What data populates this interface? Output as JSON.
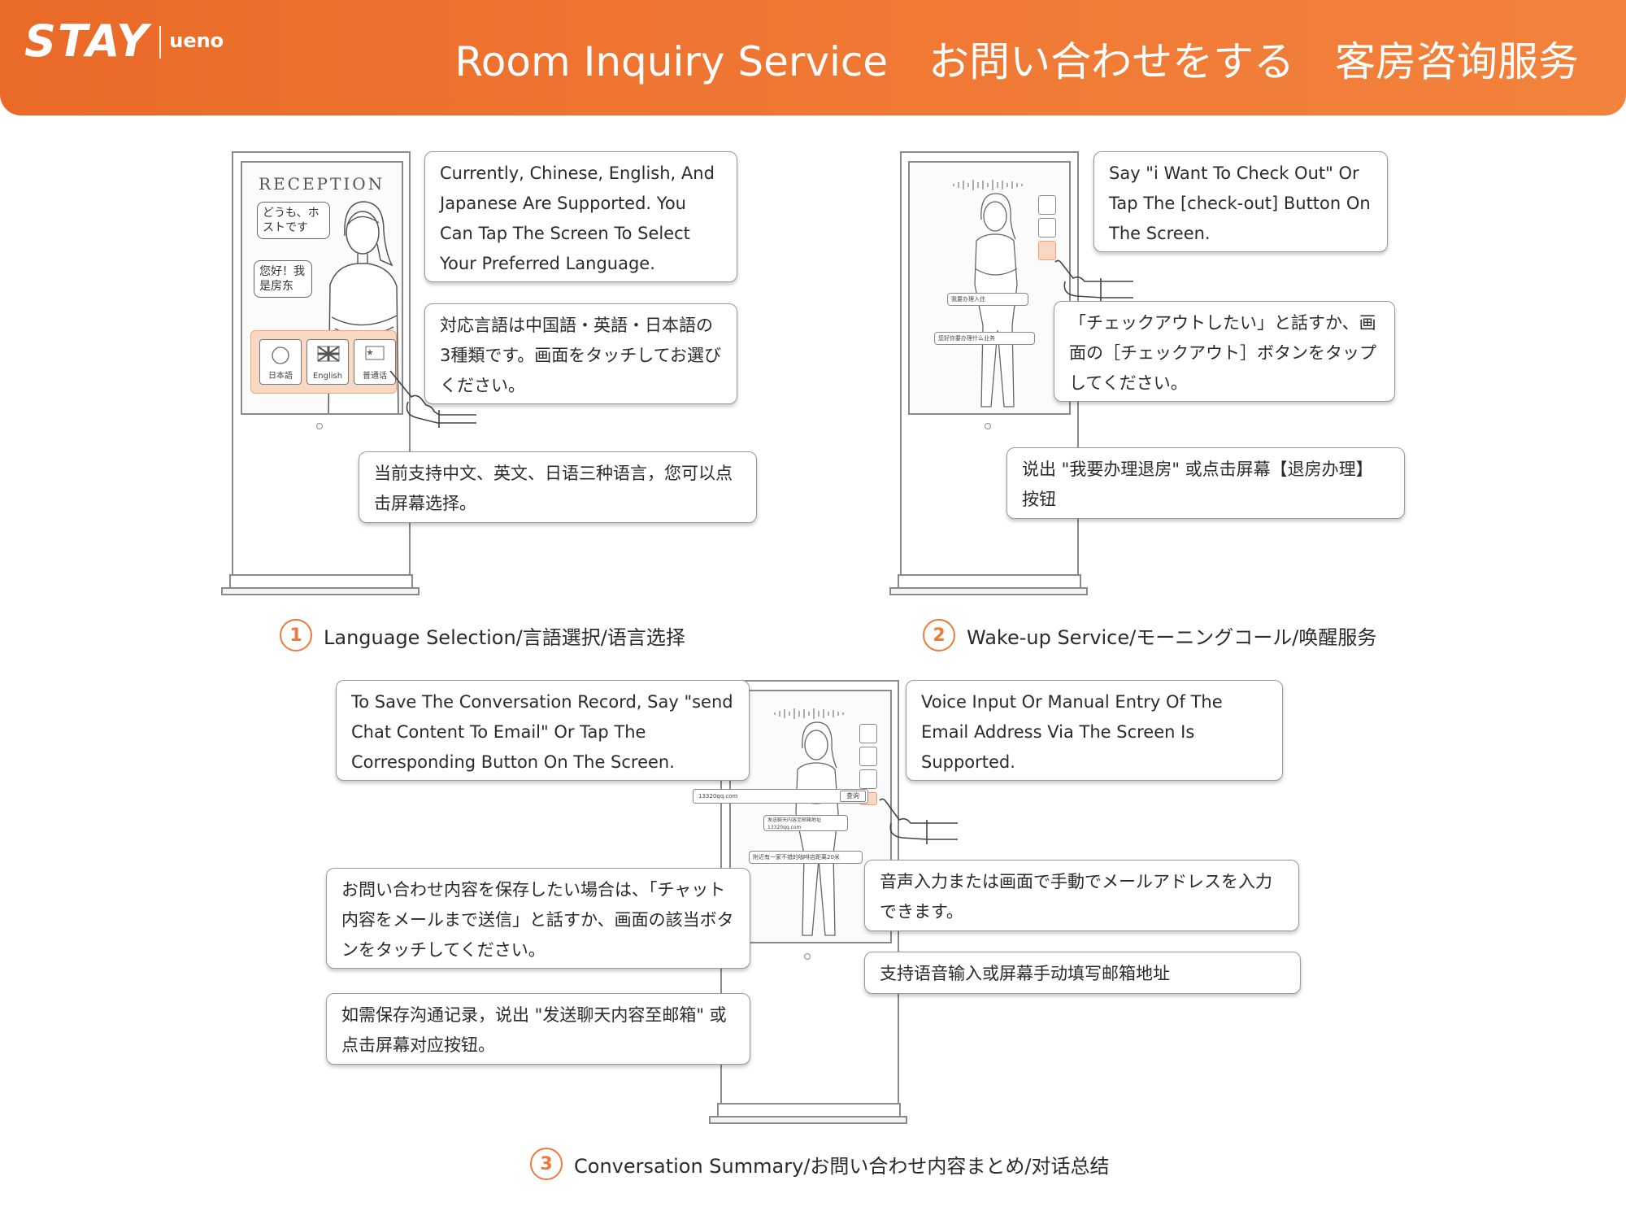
{
  "header": {
    "logo": "STAY",
    "logo_sub": "ueno",
    "title_en": "Room Inquiry Service",
    "title_ja": "お問い合わせをする",
    "title_zh": "客房咨询服务"
  },
  "colors": {
    "accent": "#ee7a3a",
    "header_bg": "#ed6d2a",
    "highlight": "#f8d8c2",
    "outline": "#8a8a8a"
  },
  "kiosk1": {
    "screen": {
      "reception": "RECEPTION",
      "bubble_ja": "どうも、ホストです",
      "bubble_zh": "您好！我是房东",
      "lang_ja": "日本語",
      "lang_en": "English",
      "lang_zh": "普通话"
    },
    "callout_en": "Currently, Chinese, English, And Japanese Are Supported. You Can Tap The Screen To Select Your Preferred Language.",
    "callout_ja": "対応言語は中国語・英語・日本語の3種類です。画面をタッチしてお選びください。",
    "callout_zh": "当前支持中文、英文、日语三种语言，您可以点击屏幕选择。"
  },
  "kiosk2": {
    "screen": {
      "bar1": "我要办理入住",
      "bar2": "您好你要办理什么业务"
    },
    "callout_en": "Say \"i Want To Check Out\" Or Tap The [check-out] Button On The Screen.",
    "callout_ja": "「チェックアウトしたい」と話すか、画面の［チェックアウト］ボタンをタップしてください。",
    "callout_zh": "说出 \"我要办理退房\" 或点击屏幕【退房办理】按钮"
  },
  "kiosk3": {
    "screen": {
      "email": "13320qq.com",
      "email_btn": "查询",
      "bar1": "发送聊天内容至邮箱地址",
      "bar2": "13320qq.com",
      "bar3": "附近有一家不错的咖啡店距离20米"
    },
    "callout_en_left": "To Save The Conversation Record, Say \"send Chat Content To Email\" Or Tap The Corresponding Button On The Screen.",
    "callout_ja_left": "お問い合わせ内容を保存したい場合は、「チャット内容をメールまで送信」と話すか、画面の該当ボタンをタッチしてください。",
    "callout_zh_left": "如需保存沟通记录，说出 \"发送聊天内容至邮箱\" 或点击屏幕对应按钮。",
    "callout_en_right": "Voice Input Or Manual Entry Of The Email Address Via The Screen Is Supported.",
    "callout_ja_right": "音声入力または画面で手動でメールアドレスを入力できます。",
    "callout_zh_right": "支持语音输入或屏幕手动填写邮箱地址"
  },
  "steps": [
    {
      "num": "1",
      "label": "Language Selection/言語選択/语言选择"
    },
    {
      "num": "2",
      "label": "Wake-up Service/モーニングコール/唤醒服务"
    },
    {
      "num": "3",
      "label": "Conversation Summary/お問い合わせ内容まとめ/对话总结"
    }
  ]
}
